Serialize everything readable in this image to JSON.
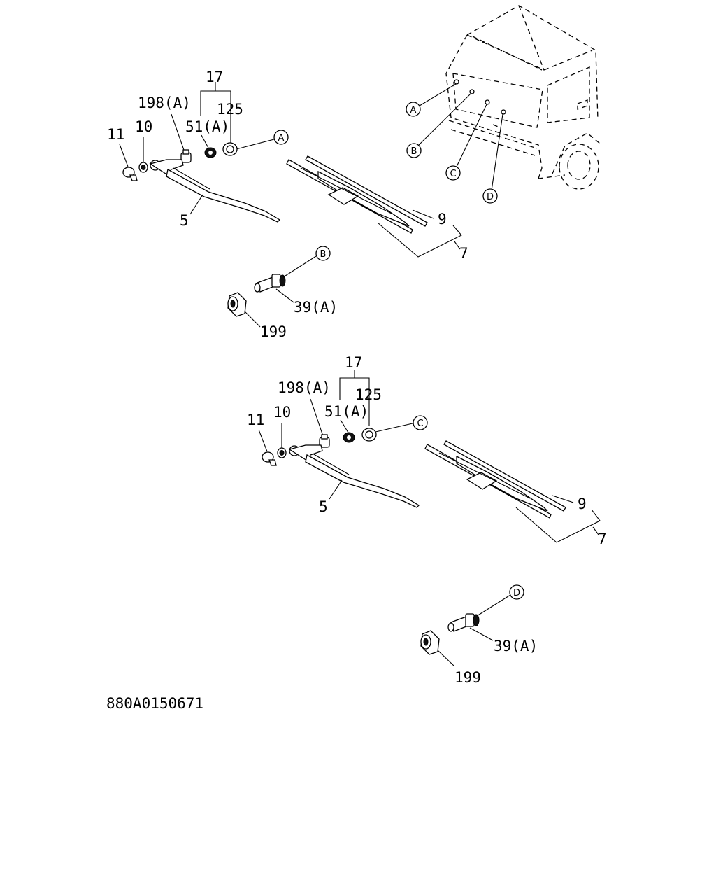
{
  "diagram_id": "880A0150671",
  "callouts": {
    "upper": {
      "p17": "17",
      "p198a": "198(A)",
      "p125": "125",
      "p51a": "51(A)",
      "p11": "11",
      "p10": "10",
      "p5": "5",
      "p9": "9",
      "p7": "7",
      "p39a": "39(A)",
      "p199": "199",
      "ref_arm": "A",
      "ref_motor": "B"
    },
    "lower": {
      "p17": "17",
      "p198a": "198(A)",
      "p125": "125",
      "p51a": "51(A)",
      "p11": "11",
      "p10": "10",
      "p5": "5",
      "p9": "9",
      "p7": "7",
      "p39a": "39(A)",
      "p199": "199",
      "ref_arm": "C",
      "ref_motor": "D"
    },
    "truck": {
      "ref_a": "A",
      "ref_b": "B",
      "ref_c": "C",
      "ref_d": "D"
    }
  }
}
